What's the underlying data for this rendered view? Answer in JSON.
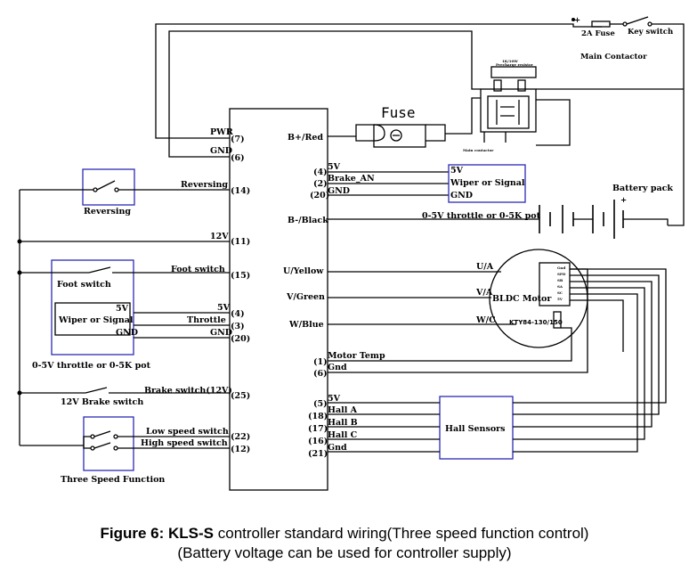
{
  "labels": {
    "fuse_2a": "2A Fuse",
    "key_switch": "Key switch",
    "main_contactor": "Main Contactor",
    "precharge_1": "1K/10W",
    "precharge_2": "Precharge resistor",
    "main_contactor_small": "Main contactor",
    "fuse": "Fuse",
    "battery_pack": "Battery pack",
    "bldc_motor": "BLDC Motor",
    "ktyb4": "KTY84-130/150",
    "hall_sensors": "Hall Sensors",
    "reversing_box": "Reversing",
    "foot_switch_box": "Foot switch",
    "throttle_pot_note": "0-5V throttle or 0-5K pot",
    "brake_12v_label": "12V Brake switch",
    "three_speed": "Three Speed Function",
    "throttle_box": {
      "v5": "5V",
      "wiper": "Wiper or Signal",
      "gnd": "GND"
    },
    "brake_an_box": {
      "v5": "5V",
      "wiper": "Wiper or Signal",
      "gnd": "GND"
    },
    "throttle_b_note": "0-5V throttle or 0-5K pot",
    "motor_pins": [
      "Gnd",
      "SPD",
      "SB",
      "SA",
      "SC",
      "5V"
    ],
    "plus": "+"
  },
  "left_pins": [
    {
      "name": "PWR",
      "num": "(7)"
    },
    {
      "name": "GND",
      "num": "(6)"
    },
    {
      "name": "Reversing",
      "num": "(14)"
    },
    {
      "name": "12V",
      "num": "(11)"
    },
    {
      "name": "Foot switch",
      "num": "(15)"
    },
    {
      "name": "5V",
      "num": "(4)"
    },
    {
      "name": "Throttle",
      "num": "(3)"
    },
    {
      "name": "GND",
      "num": "(20)"
    },
    {
      "name": "Brake switch(12V)",
      "num": "(25)"
    },
    {
      "name": "Low speed switch",
      "num": "(22)"
    },
    {
      "name": "High speed switch",
      "num": "(12)"
    }
  ],
  "right_pins": {
    "bplus": "B+/Red",
    "v5": "5V",
    "v5_num": "(4)",
    "brake_an": "Brake_AN",
    "brake_an_num": "(2)",
    "gnd": "GND",
    "gnd_num": "(20)",
    "bminus": "B-/Black",
    "u": "U/Yellow",
    "v": "V/Green",
    "w": "W/Blue",
    "ua": "U/A",
    "va": "V/A",
    "wc": "W/C",
    "motor_temp": "Motor Temp",
    "motor_temp_num": "(1)",
    "mt_gnd": "Gnd",
    "mt_gnd_num": "(6)",
    "hall_5v": "5V",
    "hall_5v_num": "(5)",
    "hall_a": "Hall A",
    "hall_a_num": "(18)",
    "hall_b": "Hall B",
    "hall_b_num": "(17)",
    "hall_c": "Hall C",
    "hall_c_num": "(16)",
    "hall_gnd": "Gnd",
    "hall_gnd_num": "(21)"
  },
  "caption": {
    "bold_part": "Figure 6: KLS-S",
    "rest": " controller standard wiring(Three speed function control)",
    "line2": "(Battery voltage can be used for controller supply)"
  }
}
